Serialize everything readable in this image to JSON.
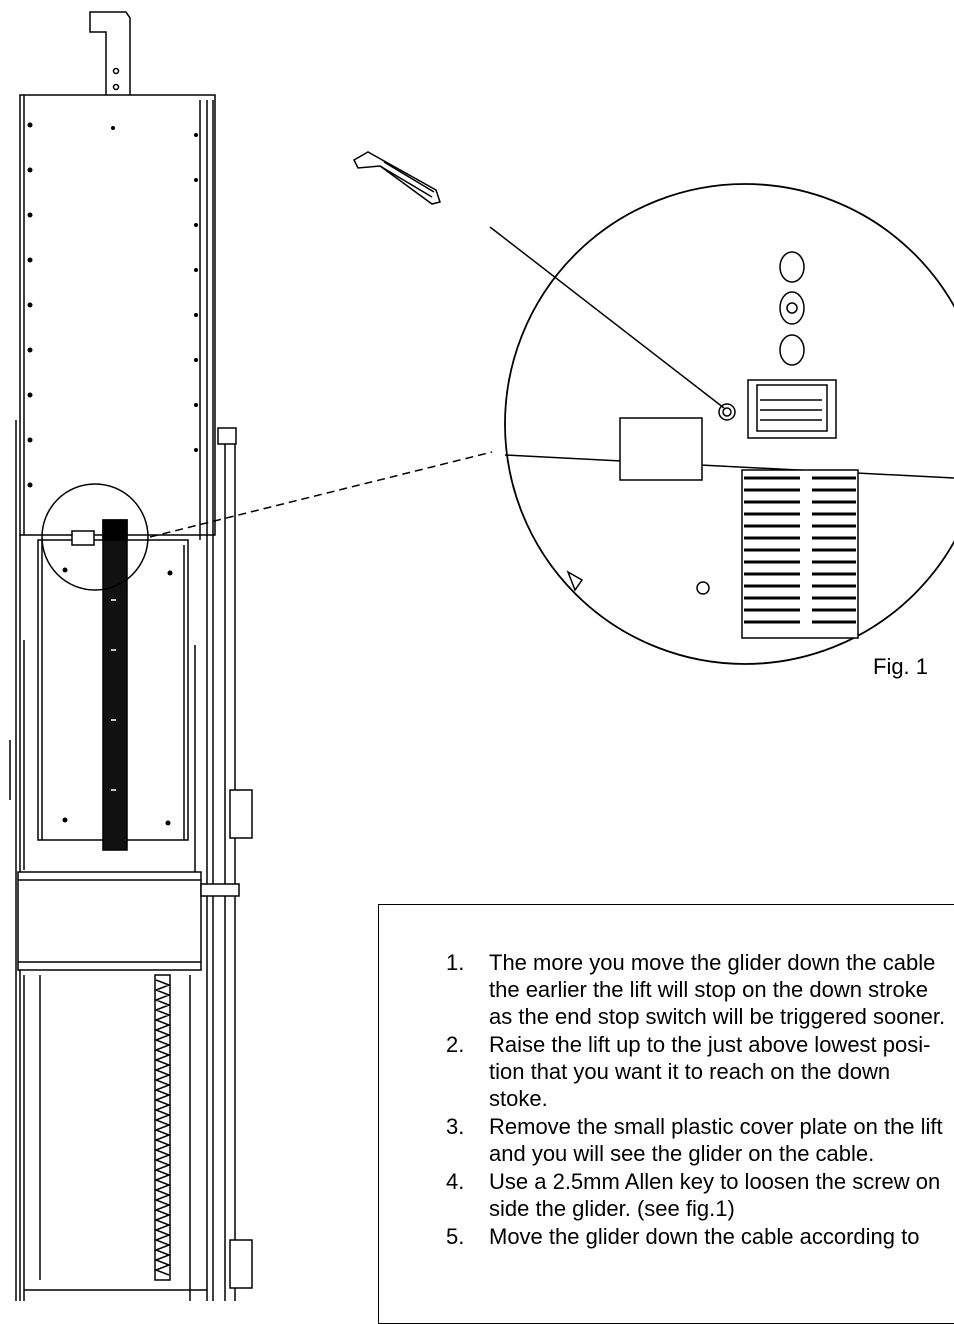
{
  "figure": {
    "label": "Fig. 1"
  },
  "instructions": [
    {
      "number": "1.",
      "lines": [
        "The more you move the glider down the cable",
        "the earlier the lift will stop on the down stroke",
        "as the end stop switch will be triggered sooner."
      ]
    },
    {
      "number": "2.",
      "lines": [
        "Raise the lift up to the just above lowest posi-",
        "tion that you want it to reach on the down",
        "stoke."
      ]
    },
    {
      "number": "3.",
      "lines": [
        "Remove the small plastic cover plate on the lift",
        "and you will see the glider on the cable."
      ]
    },
    {
      "number": "4.",
      "lines": [
        "Use a 2.5mm Allen key to loosen the screw on",
        "side the glider. (see fig.1)"
      ]
    },
    {
      "number": "5.",
      "lines": [
        "Move the glider down the cable according to"
      ]
    }
  ]
}
